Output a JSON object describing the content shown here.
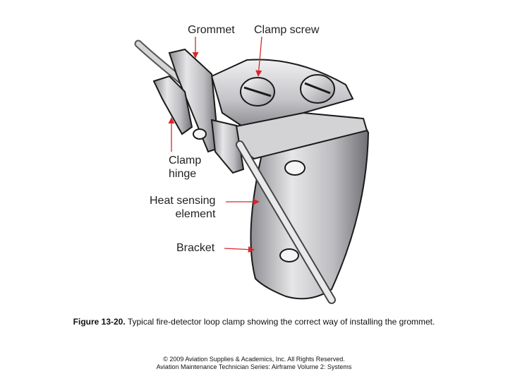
{
  "labels": {
    "grommet": "Grommet",
    "clamp_screw": "Clamp screw",
    "clamp_hinge": "Clamp\nhinge",
    "heat_sensing_element": "Heat sensing\nelement",
    "bracket": "Bracket"
  },
  "caption": {
    "figure_number": "Figure 13-20.",
    "text": "Typical fire-detector loop clamp showing the correct way of installing the grommet."
  },
  "copyright": {
    "line1": "© 2009 Aviation Supplies & Academics, Inc. All Rights Reserved.",
    "line2": "Aviation Maintenance Technician Series: Airframe Volume 2: Systems"
  },
  "colors": {
    "arrow": "#d9262c",
    "outline": "#1a1a1a",
    "metal": "#c9c9cc"
  }
}
